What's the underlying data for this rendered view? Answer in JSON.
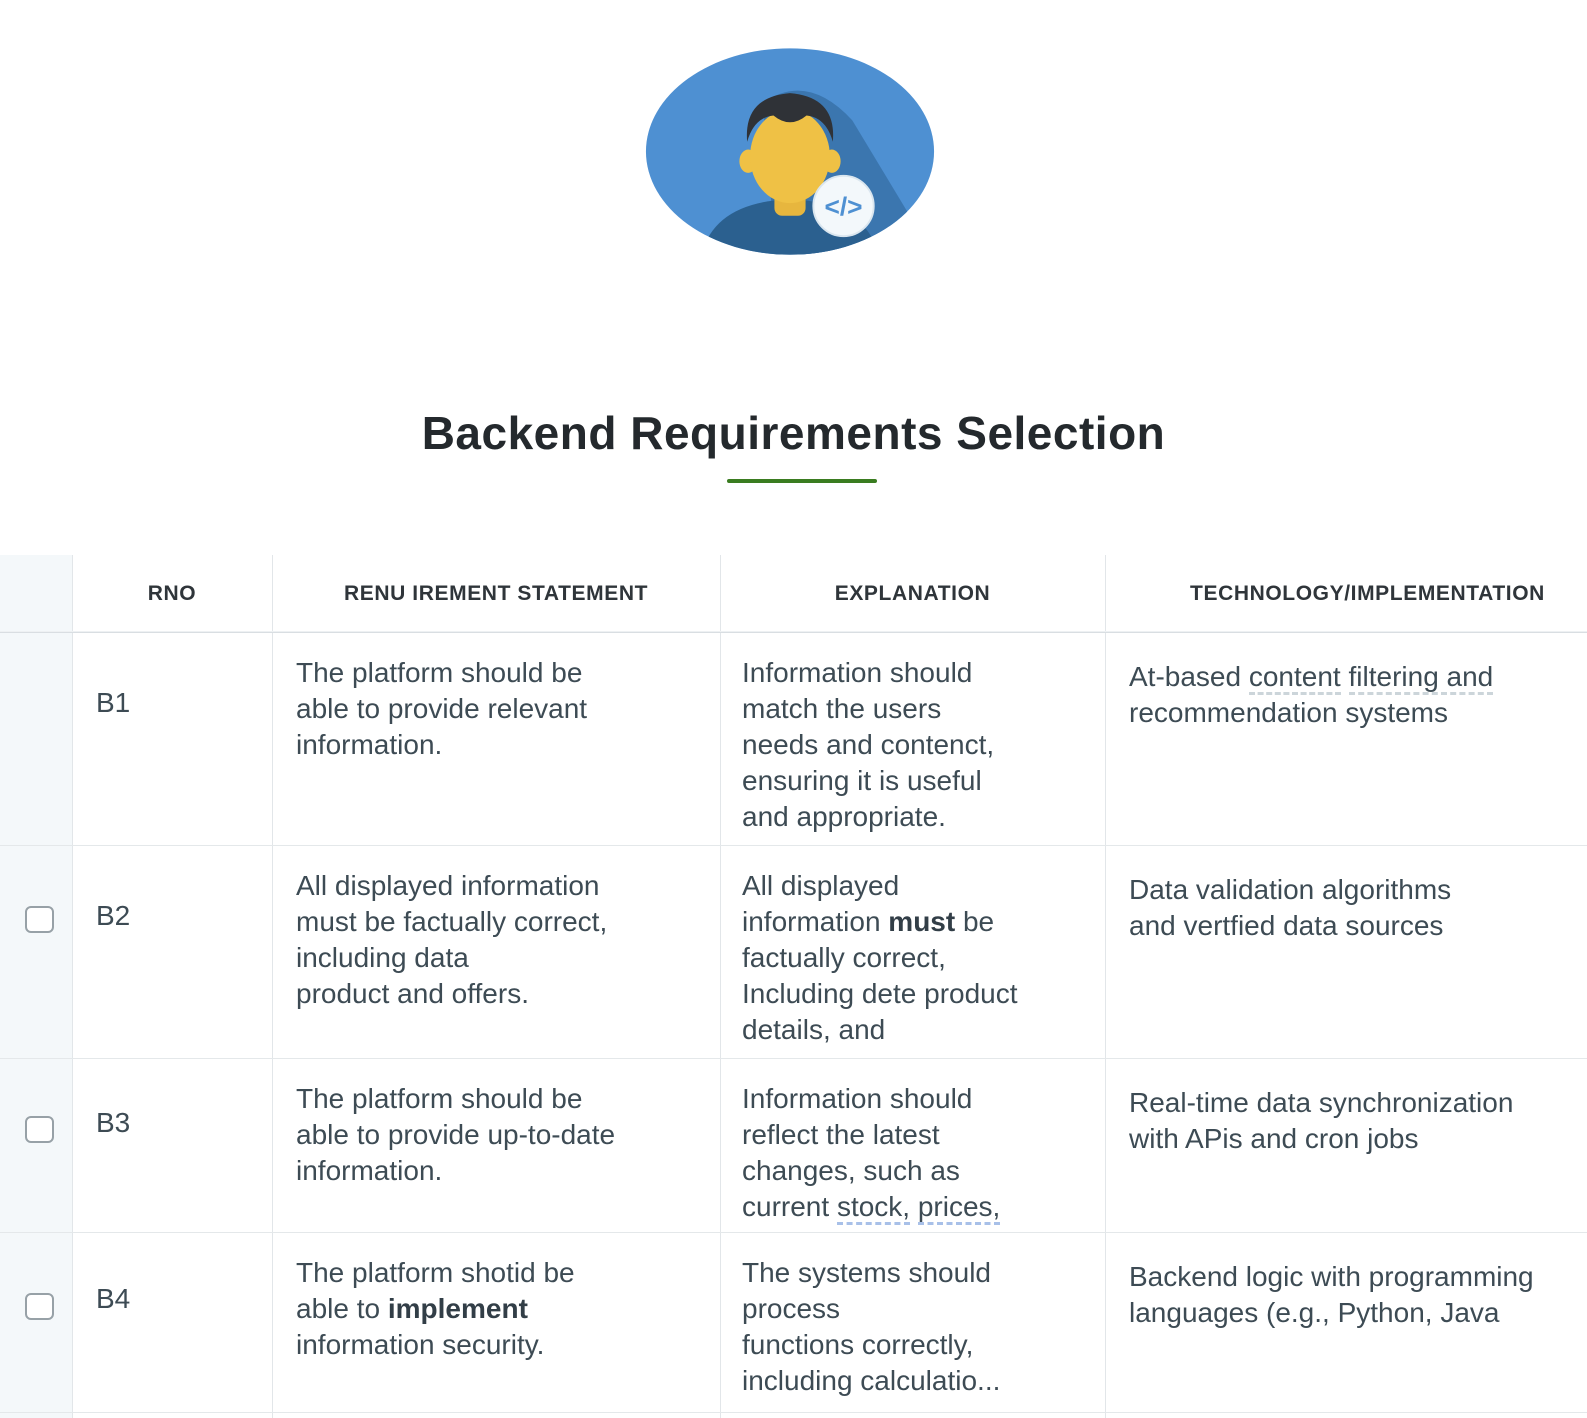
{
  "colors": {
    "accent_green": "#3a7c20",
    "avatar_blue": "#4e90d2"
  },
  "avatar": {
    "description": "developer-avatar",
    "code_glyph": "</>"
  },
  "title": {
    "text": "Backend Requirements Selection"
  },
  "table": {
    "headers": [
      "RNO",
      "RENU IREMENT STATEMENT",
      "EXPLANATION",
      "TECHNOLOGY/IMPLEMENTATION"
    ],
    "rows": [
      {
        "rno": "B1",
        "has_checkbox": false,
        "requirement": "The platform should be\nable to provide relevant\ninformation.",
        "explanation": "Information should\nmatch the users\nneeds and contenct,\nensuring it is useful\nand appropriate.",
        "technology": "At-based __content__ __filtering and__\nrecommendation systems"
      },
      {
        "rno": "B2",
        "has_checkbox": true,
        "requirement": "All displayed information\nmust be factually correct,\nincluding data\nproduct and offers.",
        "explanation": "All displayed\ninformation **must** be\nfactually correct,\nIncluding dete product\ndetails, and",
        "technology": "Data validation algorithms\nand vertfied data sources"
      },
      {
        "rno": "B3",
        "has_checkbox": true,
        "requirement": "The platform should be\nable to provide up-to-date\ninformation.",
        "explanation": "Information should\nreflect the latest\nchanges, such as\ncurrent ~~stock,~~ ~~prices,~~",
        "technology": "Real-time data synchronization\nwith APis and cron jobs"
      },
      {
        "rno": "B4",
        "has_checkbox": true,
        "requirement": "The platform shotid be\nable to **implement**\ninformation security.",
        "explanation": "The systems should\nprocess\nfunctions correctly,\nincluding calculatio...",
        "technology": "Backend logic with programming\nlanguages (e.g., Python, Java"
      }
    ]
  }
}
